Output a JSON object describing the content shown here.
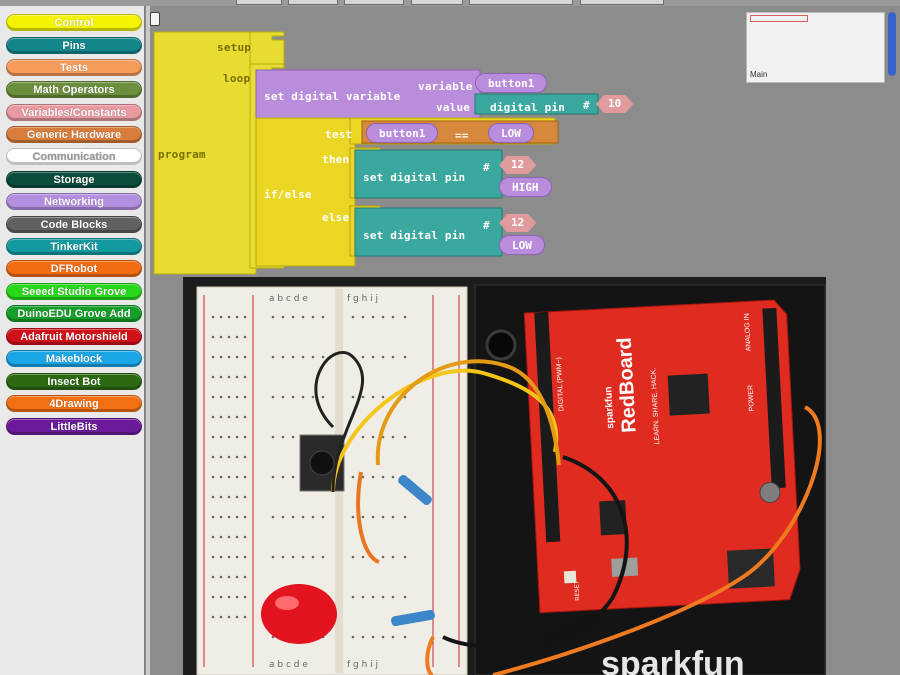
{
  "palette": {
    "categories": [
      {
        "label": "Control",
        "color": "#f4f400",
        "text": "#ffffff"
      },
      {
        "label": "Pins",
        "color": "#13868b",
        "text": "#ffffff"
      },
      {
        "label": "Tests",
        "color": "#f59c5a",
        "text": "#ffffff"
      },
      {
        "label": "Math Operators",
        "color": "#6c8f3e",
        "text": "#ffffff"
      },
      {
        "label": "Variables/Constants",
        "color": "#e89aa0",
        "text": "#ffffff"
      },
      {
        "label": "Generic Hardware",
        "color": "#d97d3c",
        "text": "#ffffff"
      },
      {
        "label": "Communication",
        "color": "#ffffff",
        "text": "#9a9a9a"
      },
      {
        "label": "Storage",
        "color": "#0b4d3c",
        "text": "#ffffff"
      },
      {
        "label": "Networking",
        "color": "#b48fe0",
        "text": "#ffffff"
      },
      {
        "label": "Code Blocks",
        "color": "#616161",
        "text": "#ffffff"
      },
      {
        "label": "TinkerKit",
        "color": "#139aa0",
        "text": "#ffffff"
      },
      {
        "label": "DFRobot",
        "color": "#f26c12",
        "text": "#ffffff"
      },
      {
        "label": "Seeed Studio Grove",
        "color": "#28d81a",
        "text": "#ffffff"
      },
      {
        "label": "DuinoEDU Grove Add",
        "color": "#149e2a",
        "text": "#ffffff"
      },
      {
        "label": "Adafruit Motorshield",
        "color": "#d0111a",
        "text": "#ffffff"
      },
      {
        "label": "Makeblock",
        "color": "#1aa6e6",
        "text": "#ffffff"
      },
      {
        "label": "Insect Bot",
        "color": "#2c6a12",
        "text": "#ffffff"
      },
      {
        "label": "4Drawing",
        "color": "#f27012",
        "text": "#ffffff"
      },
      {
        "label": "LittleBits",
        "color": "#6a1a9a",
        "text": "#ffffff"
      }
    ]
  },
  "workspace": {
    "program": {
      "label": "program",
      "setup_label": "setup",
      "loop_label": "loop",
      "color": "#e8dc30"
    },
    "set_var_block": {
      "label": "set digital variable",
      "variable_label": "variable",
      "variable_value": "button1",
      "value_label": "value",
      "value_block_label": "digital pin",
      "hash_label": "#",
      "pin": "10"
    },
    "if_block": {
      "label": "if/else",
      "test_label": "test",
      "then_label": "then",
      "else_label": "else",
      "test_left": "button1",
      "test_op": "==",
      "test_right": "LOW",
      "then_action": {
        "label": "set digital pin",
        "hash_label": "#",
        "pin": "12",
        "state": "HIGH"
      },
      "else_action": {
        "label": "set digital pin",
        "hash_label": "#",
        "pin": "12",
        "state": "LOW"
      }
    }
  },
  "minimap": {
    "label": "Main"
  },
  "photo": {
    "board_label": "RedBoard",
    "brand_text": "sparkfun",
    "tagline": "LEARN. SHARE. HACK.",
    "header_digital": "DIGITAL (PWM~)",
    "header_analog": "ANALOG IN",
    "header_power": "POWER",
    "reset_label": "RESET",
    "breadboard_letters_left": "a b c d e",
    "breadboard_letters_right": "f g h i j"
  }
}
